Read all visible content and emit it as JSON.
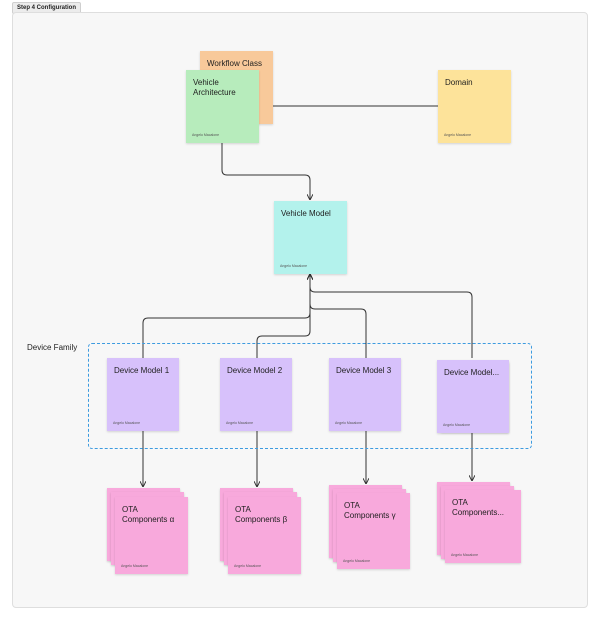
{
  "frame": {
    "label": "Step 4 Configuration"
  },
  "group": {
    "label": "Device Family"
  },
  "notes": {
    "workflow_class": {
      "title": "Workflow Class",
      "color": "#f8c99a"
    },
    "vehicle_architecture": {
      "title": "Vehicle Architecture",
      "author": "Angelo Macalone",
      "color": "#b7ecbc"
    },
    "domain": {
      "title": "Domain",
      "author": "Angelo Macalone",
      "color": "#fde39a"
    },
    "vehicle_model": {
      "title": "Vehicle Model",
      "author": "Angelo Macalone",
      "color": "#b3f2ec"
    },
    "device_models": [
      {
        "title": "Device Model 1",
        "author": "Angelo Macalone"
      },
      {
        "title": "Device Model 2",
        "author": "Angelo Macalone"
      },
      {
        "title": "Device Model 3",
        "author": "Angelo Macalone"
      },
      {
        "title": "Device Model...",
        "author": "Angelo Macalone"
      }
    ],
    "ota_components": [
      {
        "title": "OTA Components α",
        "author": "Angelo Macalone"
      },
      {
        "title": "OTA Components β",
        "author": "Angelo Macalone"
      },
      {
        "title": "OTA Components γ",
        "author": "Angelo Macalone"
      },
      {
        "title": "OTA Components...",
        "author": "Angelo Macalone"
      }
    ]
  },
  "colors": {
    "device_model": "#d7c1fb",
    "ota_components": "#f8a9dc",
    "group_border": "#3d9be0",
    "connector": "#333333"
  }
}
